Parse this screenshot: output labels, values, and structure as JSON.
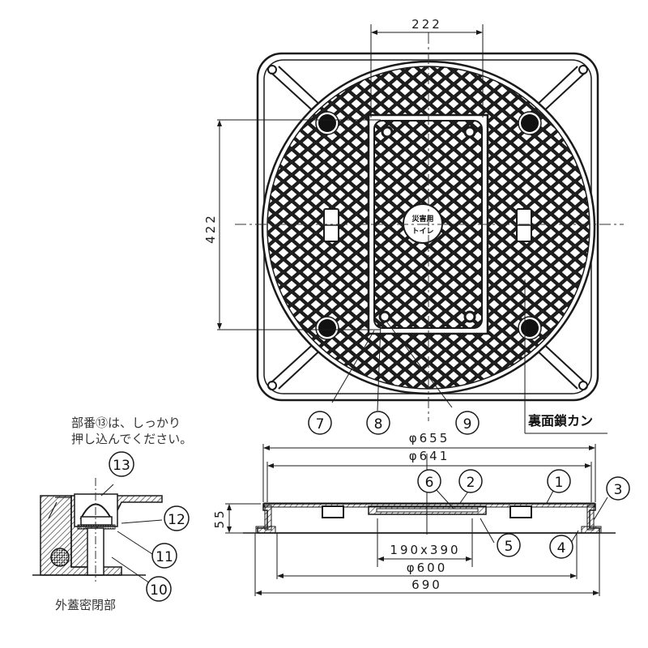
{
  "dimensions": {
    "top_width": "222",
    "left_height": "422",
    "outer_phi": "φ655",
    "inner_phi": "φ641",
    "height": "55",
    "opening": "190x390",
    "base_phi": "φ600",
    "overall": "690"
  },
  "center_badge": {
    "line1": "災害用",
    "line2": "トイレ"
  },
  "labels": {
    "back_lock": "裏面鎖カン",
    "note_line1": "部番⑬は、しっかり",
    "note_line2": "押し込んでください。",
    "detail_caption": "外蓋密閉部"
  },
  "part_numbers": {
    "p1": "1",
    "p2": "2",
    "p3": "3",
    "p4": "4",
    "p5": "5",
    "p6": "6",
    "p7": "7",
    "p8": "8",
    "p9": "9",
    "p10": "10",
    "p11": "11",
    "p12": "12",
    "p13": "13"
  },
  "colors": {
    "line": "#1a1a1a",
    "fill_dark": "#111111",
    "background": "#ffffff"
  }
}
